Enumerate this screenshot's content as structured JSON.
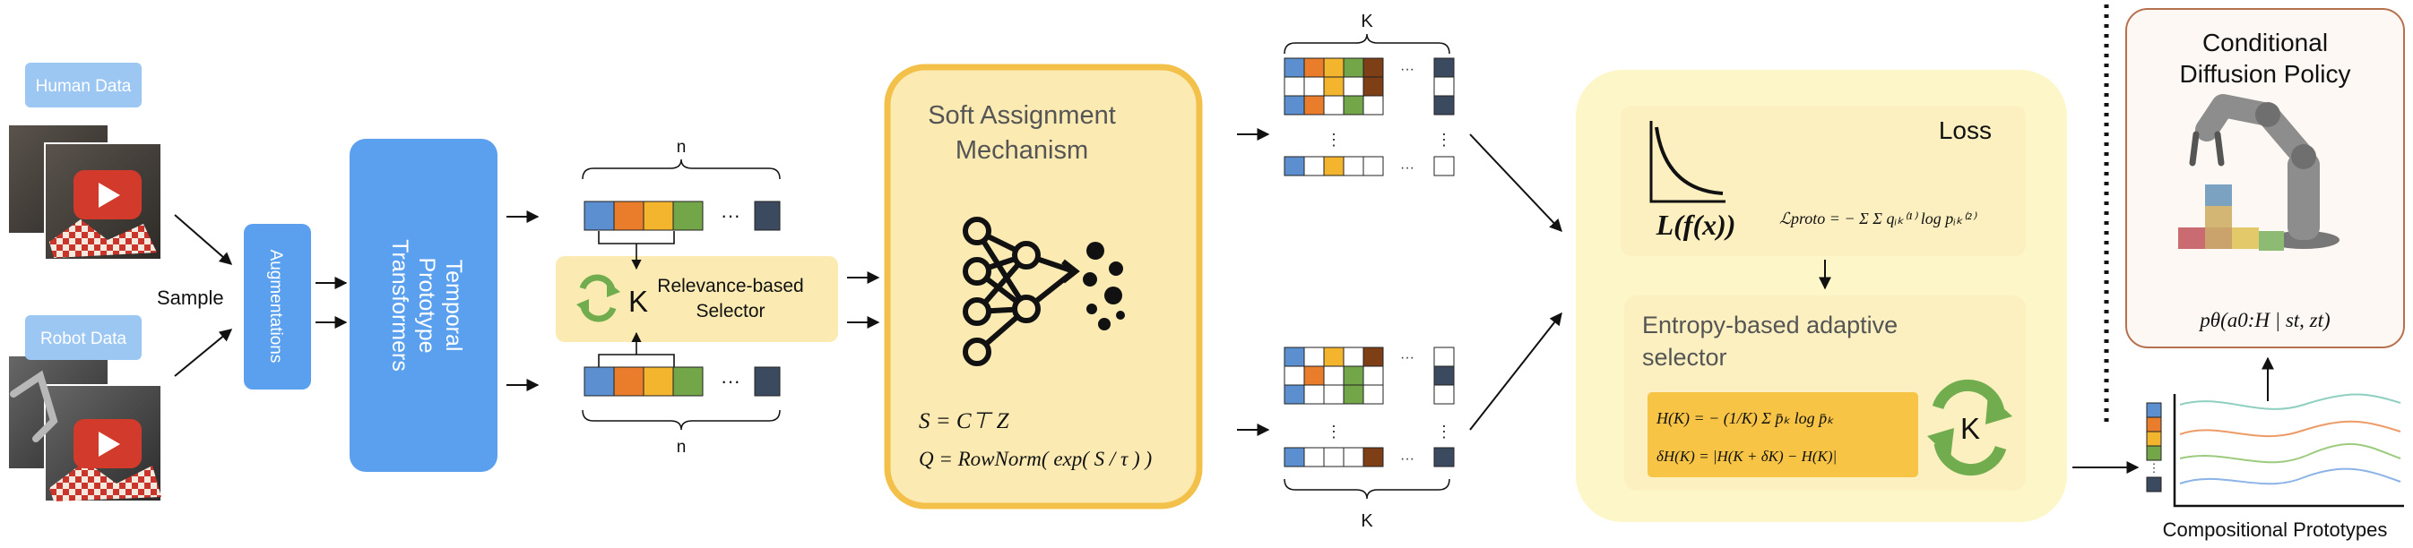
{
  "labels": {
    "human_data": "Human Data",
    "robot_data": "Robot Data",
    "sample": "Sample",
    "augmentations": "Augmentations",
    "transformer_line1": "Temporal",
    "transformer_line2": "Prototype",
    "transformer_line3": "Transformers",
    "n_top": "n",
    "n_bottom": "n",
    "k_selector": "K",
    "selector_line1": "Relevance-based",
    "selector_line2": "Selector",
    "soft_line1": "Soft Assignment",
    "soft_line2": "Mechanism",
    "eq_s": "S = C⊤ Z",
    "eq_q": "Q = RowNorm( exp( S / τ ) )",
    "k_top": "K",
    "k_bottom": "K",
    "ellipsis": "···",
    "vdots": "⋮",
    "loss_title": "Loss",
    "loss_func": "L(f(x))",
    "loss_eq": "ℒproto = − Σ Σ qᵢₖ⁽¹⁾ log pᵢₖ⁽²⁾",
    "entropy_line1": "Entropy-based adaptive",
    "entropy_line2": "selector",
    "entropy_eq1": "H(K) = − (1/K) Σ p̄ₖ log p̄ₖ",
    "entropy_eq2": "δH(K) = |H(K + δK) − H(K)|",
    "k_entropy": "K",
    "policy_line1": "Conditional",
    "policy_line2": "Diffusion Policy",
    "policy_eq": "pθ(a0:H | st, zt)",
    "compositional": "Compositional Prototypes"
  },
  "colors": {
    "data_label_blue": "#9cc7f2",
    "module_blue": "#5aa0ee",
    "proto_blue": "#5b8fcf",
    "proto_orange": "#e97d2b",
    "proto_yellow": "#f3b52e",
    "proto_green": "#73a648",
    "proto_navy": "#3c4a60",
    "proto_brown": "#7e3f16",
    "soft_fill": "#fbeab2",
    "soft_border": "#f3c04a",
    "loss_fill": "#fdf6c8",
    "inner_fill": "#fdf3cf",
    "equation_box": "#f7c445",
    "recycle_green": "#71ad4f"
  },
  "icons": {
    "play": "play-icon",
    "recycle": "recycle-icon",
    "network": "neural-network-icon",
    "robot": "robot-arm-icon"
  }
}
